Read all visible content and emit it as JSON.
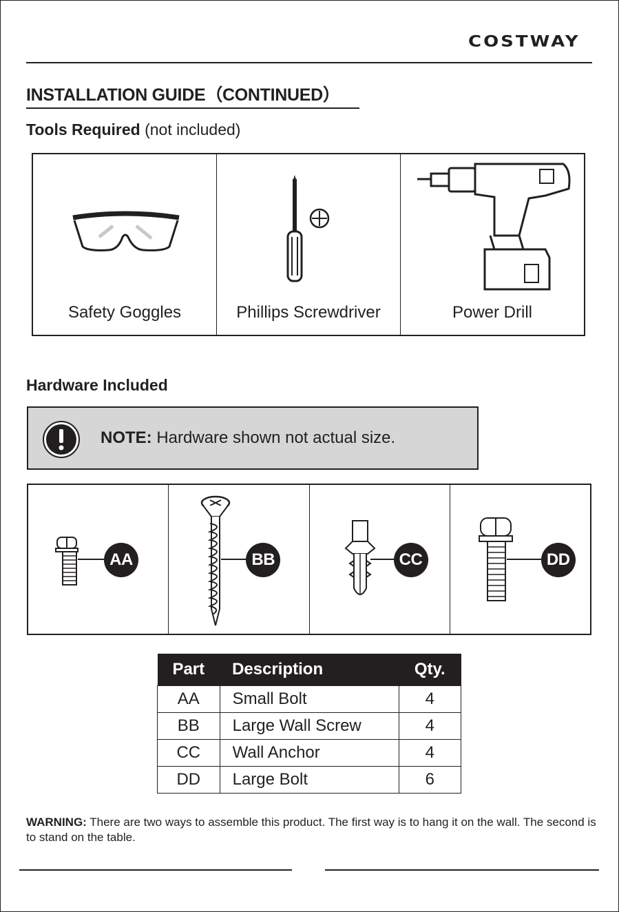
{
  "brand": "COSTWAY",
  "title": "INSTALLATION GUIDE（CONTINUED）",
  "tools": {
    "heading_bold": "Tools Required",
    "heading_rest": " (not included)",
    "items": [
      {
        "label": "Safety Goggles",
        "icon": "safety-goggles-icon"
      },
      {
        "label": "Phillips Screwdriver",
        "icon": "phillips-screwdriver-icon"
      },
      {
        "label": "Power Drill",
        "icon": "power-drill-icon"
      }
    ]
  },
  "hardware": {
    "heading": "Hardware Included",
    "note_bold": "NOTE:",
    "note_rest": " Hardware shown not actual size.",
    "items": [
      {
        "code": "AA",
        "icon": "small-bolt-icon"
      },
      {
        "code": "BB",
        "icon": "wall-screw-icon"
      },
      {
        "code": "CC",
        "icon": "wall-anchor-icon"
      },
      {
        "code": "DD",
        "icon": "large-bolt-icon"
      }
    ]
  },
  "parts_table": {
    "headers": [
      "Part",
      "Description",
      "Qty."
    ],
    "rows": [
      [
        "AA",
        "Small Bolt",
        "4"
      ],
      [
        "BB",
        "Large Wall Screw",
        "4"
      ],
      [
        "CC",
        "Wall Anchor",
        "4"
      ],
      [
        "DD",
        "Large Bolt",
        "6"
      ]
    ]
  },
  "warning": {
    "bold": "WARNING:",
    "text": " There are two ways to assemble this product. The first way is to hang it on the wall. The second is to stand on the table."
  }
}
